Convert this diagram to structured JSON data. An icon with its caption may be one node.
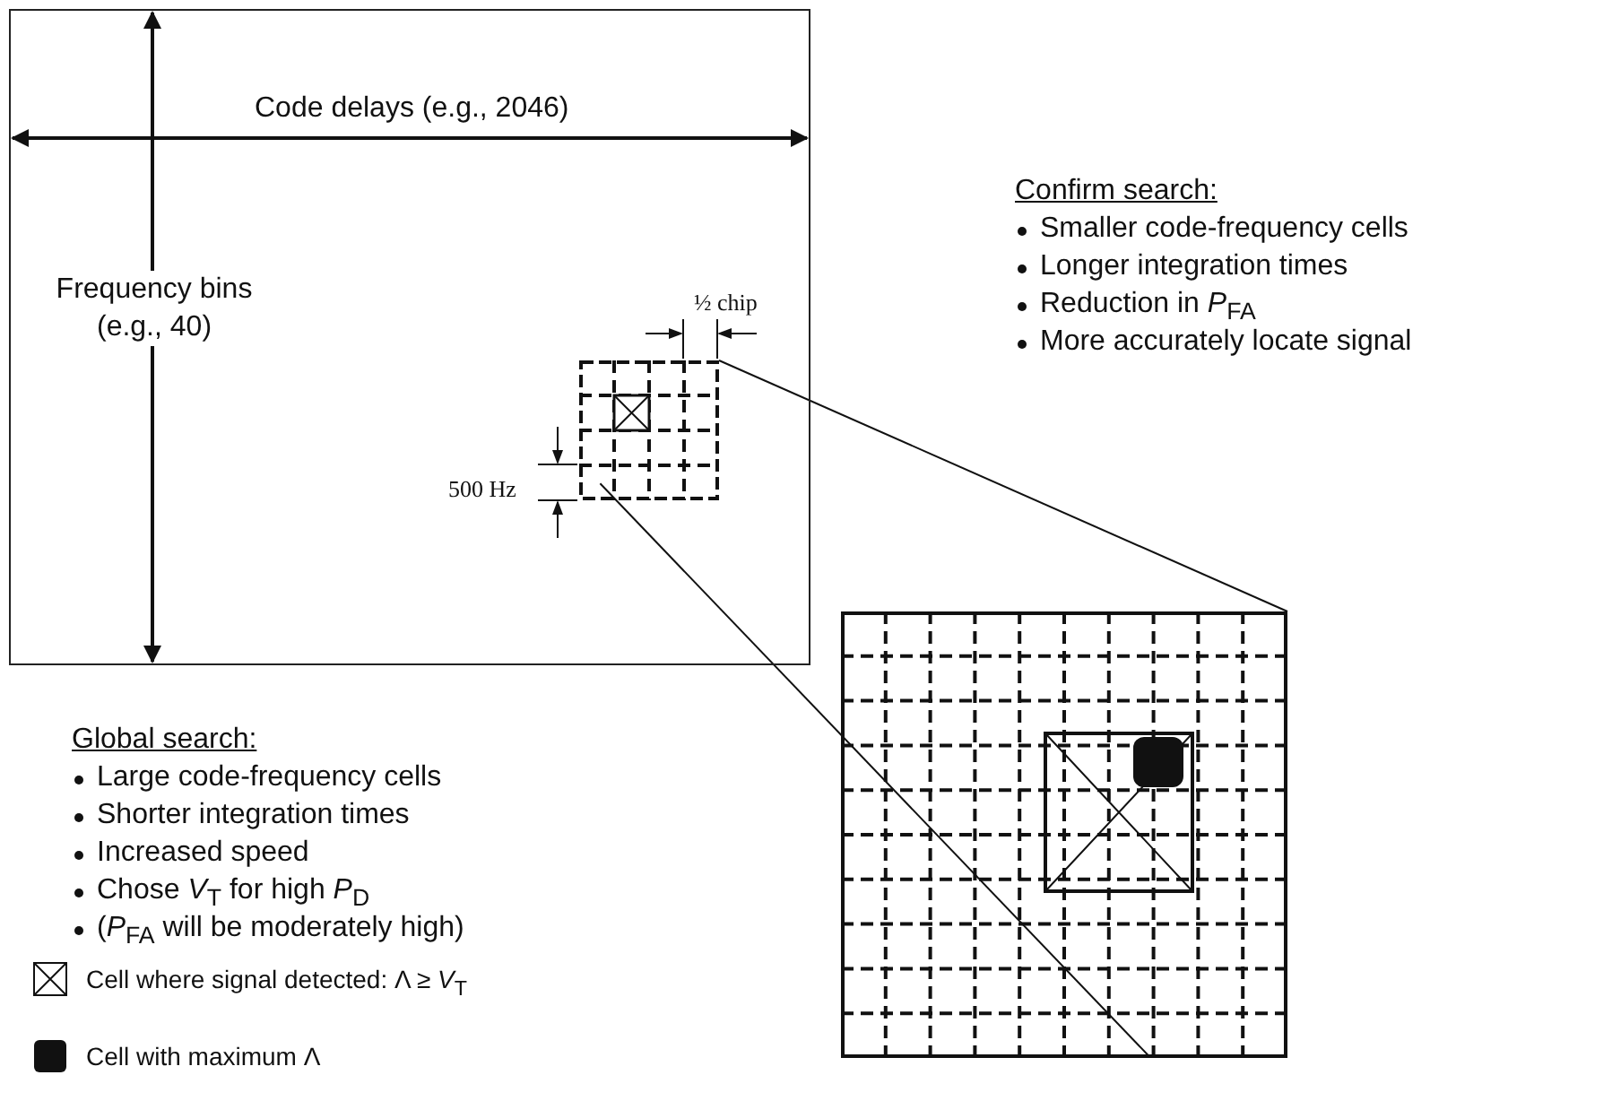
{
  "diagram": {
    "nodes": [
      {
        "text": [
          "Code delays (e.g., 2046)",
          "Frequency bins (e.g., 40)"
        ]
      },
      {
        "text": [],
        "shape": "box",
        "in": 0
      },
      {
        "text": [],
        "shape": "box"
      }
    ],
    "edges": [
      {
        "from": 1,
        "to": 2,
        "arrow": "none"
      },
      {
        "from": 1,
        "to": 2,
        "arrow": "none"
      }
    ],
    "labels": [
      "½ chip",
      "500 Hz",
      "Confirm search:",
      "Smaller code-frequency cells",
      "Longer integration times",
      "Reduction in *P*$_{FA}$",
      "More accurately locate signal",
      "Global search:",
      "Large code-frequency cells",
      "Shorter integration times",
      "Increased speed",
      "Chose *V*$_{T}$ for high *P*$_{D}$",
      "(*P*$_{FA}$ will be moderately high)"
    ],
    "legend": [
      {
        "text": "Cell where signal detected: Λ ≥ *V*$_{T}$"
      },
      {
        "text": "Cell with maximum Λ"
      }
    ]
  }
}
